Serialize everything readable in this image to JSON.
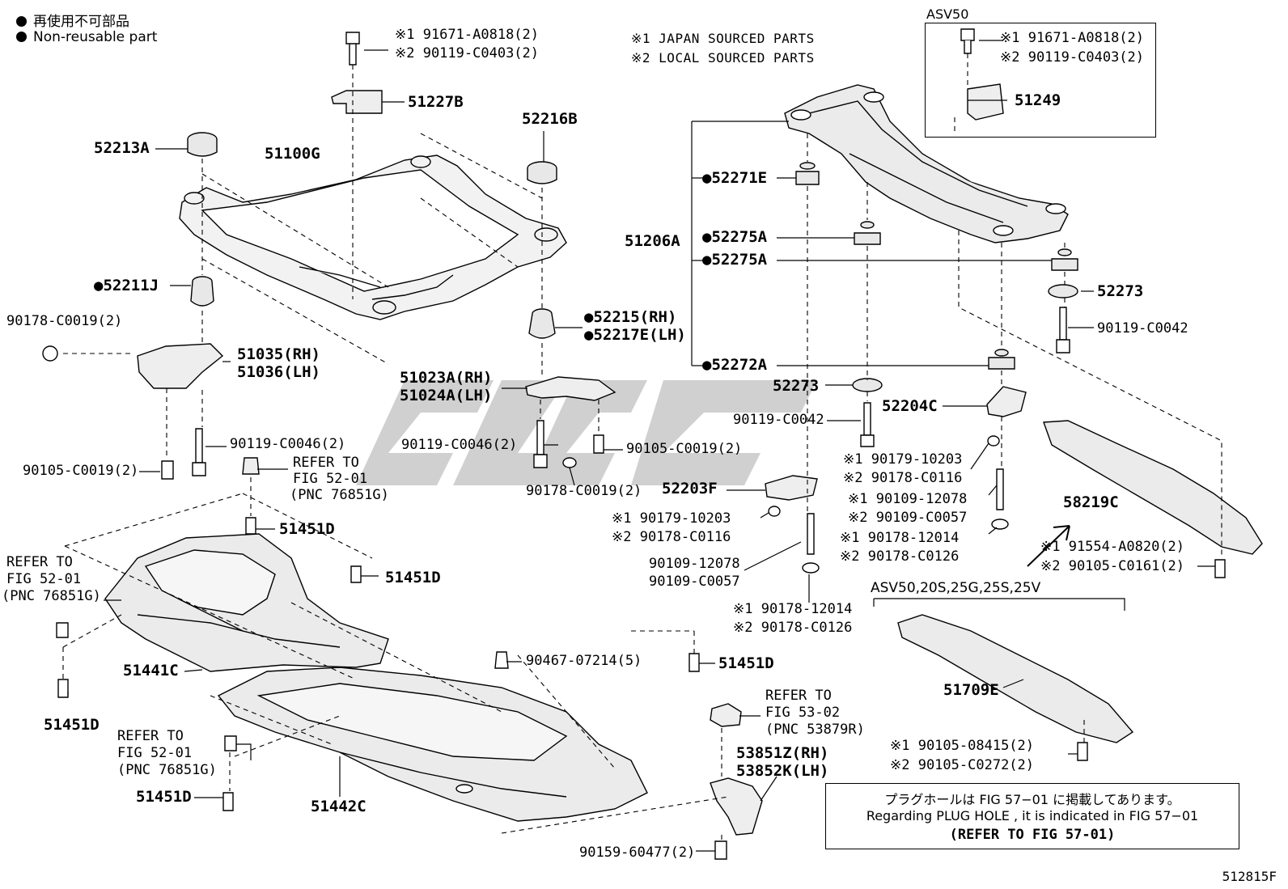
{
  "legend": {
    "jp": "再使用不可部品",
    "en": "Non-reusable part"
  },
  "sourcing": {
    "line1": "※1 JAPAN SOURCED PARTS",
    "line2": "※2 LOCAL SOURCED PARTS"
  },
  "inset_asv50": {
    "title": "ASV50",
    "l1": "※1 91671-A0818(2)",
    "l2": "※2 90119-C0403(2)",
    "l3": "51249"
  },
  "labels": {
    "a_91671": "※1 91671-A0818(2)",
    "a_90119_c0403": "※2 90119-C0403(2)",
    "p51227b": "51227B",
    "p52216b": "52216B",
    "p52213a": "52213A",
    "p51100g": "51100G",
    "p52211j": "●52211J",
    "p90178_c0019_2a": "90178-C0019(2)",
    "p51035": "51035(RH)",
    "p51036": "51036(LH)",
    "p52215": "●52215(RH)",
    "p52217e": "●52217E(LH)",
    "p51023a": "51023A(RH)",
    "p51024a": "51024A(LH)",
    "p90119_c0046_a": "90119-C0046(2)",
    "p90119_c0046_b": "90119-C0046(2)",
    "p90105_c0019_a": "90105-C0019(2)",
    "p90105_c0019_b": "90105-C0019(2)",
    "p90178_c0019_b": "90178-C0019(2)",
    "refer1_a": "REFER TO",
    "refer1_b": "FIG 52-01",
    "refer1_c": "(PNC 76851G)",
    "p51451d_1": "51451D",
    "p51451d_2": "51451D",
    "refer2_a": "REFER TO",
    "refer2_b": "FIG 52-01",
    "refer2_c": "(PNC 76851G)",
    "p51441c": "51441C",
    "p51451d_3": "51451D",
    "p90467": "90467-07214(5)",
    "p51451d_4": "51451D",
    "refer3_a": "REFER TO",
    "refer3_b": "FIG 52-01",
    "refer3_c": "(PNC 76851G)",
    "p51451d_5": "51451D",
    "p51442c": "51442C",
    "refer4_a": "REFER TO",
    "refer4_b": "FIG 53-02",
    "refer4_c": "(PNC 53879R)",
    "p53851z": "53851Z(RH)",
    "p53852k": "53852K(LH)",
    "p90159": "90159-60477(2)",
    "p52271e": "●52271E",
    "p51206a": "51206A",
    "p52275a_1": "●52275A",
    "p52275a_2": "●52275A",
    "p52273_r": "52273",
    "p90119_c0042_r": "90119-C0042",
    "p52272a": "●52272A",
    "p52273_m": "52273",
    "p90119_c0042_m": "90119-C0042",
    "p52204c": "52204C",
    "s1_90179_a": "※1 90179-10203",
    "s2_90178_c0116_a": "※2 90178-C0116",
    "s1_90109_12078": "※1 90109-12078",
    "s2_90109_c0057": "※2 90109-C0057",
    "s1_90178_12014_a": "※1 90178-12014",
    "s2_90178_c0126_a": "※2 90178-C0126",
    "p52203f": "52203F",
    "s1_90179_b": "※1 90179-10203",
    "s2_90178_c0116_b": "※2 90178-C0116",
    "p90109_12078": "90109-12078",
    "p90109_c0057": "90109-C0057",
    "s1_90178_12014_b": "※1 90178-12014",
    "s2_90178_c0126_b": "※2 90178-C0126",
    "p58219c": "58219C",
    "s1_91554": "※1 91554-A0820(2)",
    "s2_90105_c0161": "※2 90105-C0161(2)",
    "variant": "ASV50,20S,25G,25S,25V",
    "p51709e": "51709E",
    "s1_90105_08415": "※1 90105-08415(2)",
    "s2_90105_c0272": "※2 90105-C0272(2)"
  },
  "note": {
    "jp": "プラグホールは FIG 57−01 に掲載してあります。",
    "en": "Regarding  PLUG  HOLE , it is indicated in FIG  57−01",
    "ref": "(REFER TO FIG 57-01)"
  },
  "figure_id": "512815F"
}
